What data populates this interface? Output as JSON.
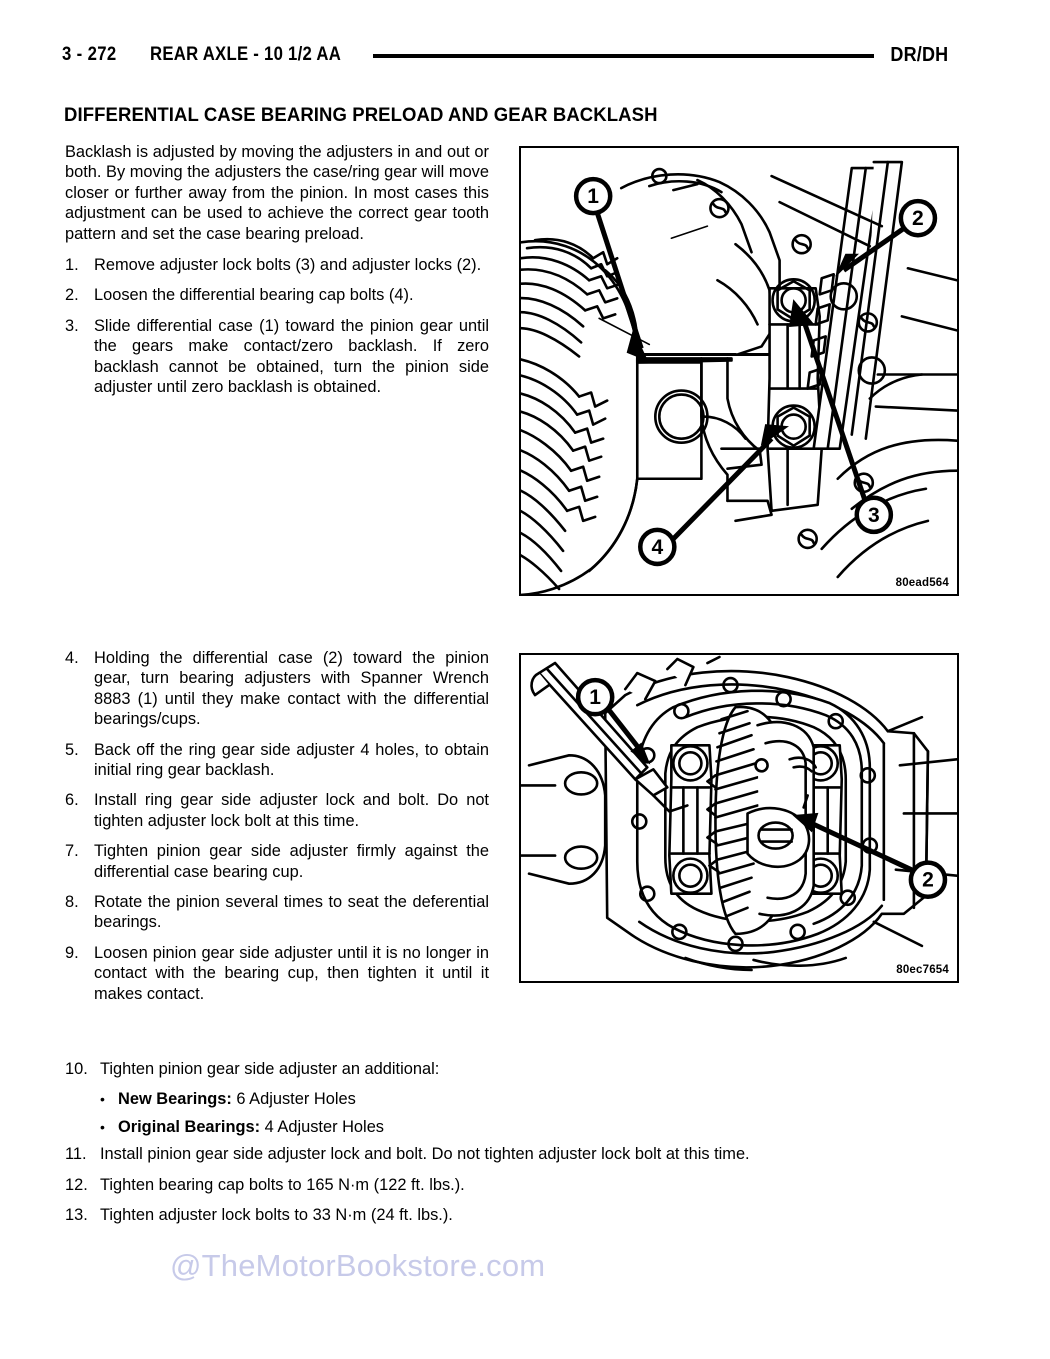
{
  "header": {
    "page_number": "3 - 272",
    "section": "REAR AXLE - 10 1/2 AA",
    "book_code": "DR/DH"
  },
  "title": "DIFFERENTIAL CASE BEARING PRELOAD AND GEAR BACKLASH",
  "intro_paragraph": "Backlash is adjusted by moving the adjusters in and out or both. By moving the adjusters the case/ring gear will move closer or further away from the pinion. In most cases this adjustment can be used to achieve the correct gear tooth pattern and set the case bearing preload.",
  "steps": [
    {
      "num": "1.",
      "text": "Remove adjuster lock bolts (3) and adjuster locks (2)."
    },
    {
      "num": "2.",
      "text": "Loosen the differential bearing cap bolts (4)."
    },
    {
      "num": "3.",
      "text": "Slide differential case (1) toward the pinion gear until the gears make contact/zero backlash. If zero backlash cannot be obtained, turn the pinion side adjuster until zero backlash is obtained."
    },
    {
      "num": "4.",
      "text": "Holding the differential case (2) toward the pinion gear, turn bearing adjusters with Spanner Wrench 8883 (1) until they make contact with the differential bearings/cups."
    },
    {
      "num": "5.",
      "text": "Back off the ring gear side adjuster 4 holes, to obtain initial ring gear backlash."
    },
    {
      "num": "6.",
      "text": "Install ring gear side adjuster lock and bolt. Do not tighten adjuster lock bolt at this time."
    },
    {
      "num": "7.",
      "text": "Tighten pinion gear side adjuster firmly against the differential case bearing cup."
    },
    {
      "num": "8.",
      "text": "Rotate the pinion several times to seat the deferential bearings."
    },
    {
      "num": "9.",
      "text": "Loosen pinion gear side adjuster until it is no longer in contact with the bearing cup, then tighten it until it makes contact."
    },
    {
      "num": "10.",
      "text": "Tighten pinion gear side adjuster an additional:"
    },
    {
      "num": "11.",
      "text": "Install pinion gear side adjuster lock and bolt. Do not tighten adjuster lock bolt at this time."
    },
    {
      "num": "12.",
      "text": "Tighten bearing cap bolts to 165 N·m (122 ft. lbs.)."
    },
    {
      "num": "13.",
      "text": "Tighten adjuster lock bolts to 33 N·m (24 ft. lbs.)."
    }
  ],
  "bullets": [
    {
      "dot": "•",
      "label": "New Bearings:",
      "value": " 6 Adjuster Holes"
    },
    {
      "dot": "•",
      "label": "Original Bearings:",
      "value": " 4 Adjuster Holes"
    }
  ],
  "figures": [
    {
      "code": "80ead564",
      "description": "Differential case, ring gear and bearing caps with adjuster lock bolts",
      "callouts": [
        "1",
        "2",
        "3",
        "4"
      ]
    },
    {
      "code": "80ec7654",
      "description": "Axle housing with differential case installed and spanner wrench",
      "callouts": [
        "1",
        "2"
      ]
    }
  ],
  "watermark": "@TheMotorBookstore.com",
  "colors": {
    "ink": "#000000",
    "paper": "#ffffff",
    "watermark": "#c7cae9"
  }
}
